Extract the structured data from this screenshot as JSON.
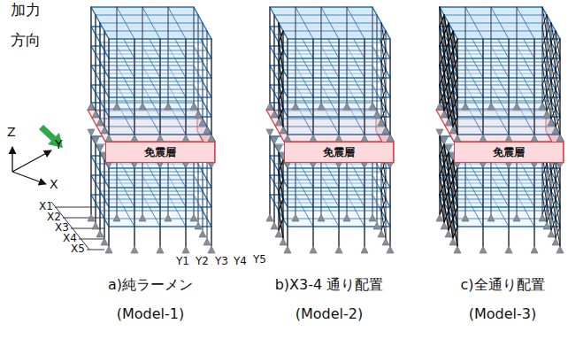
{
  "diagram": {
    "nodes": [
      {
        "text": [
          "免震層"
        ]
      },
      {
        "text": [
          "免震層"
        ]
      },
      {
        "text": [
          "免震層"
        ]
      }
    ],
    "labels": [
      "加力",
      "方向",
      "Z",
      "Y",
      "X",
      "X1",
      "X2",
      "X3",
      "X4",
      "X5",
      "Y1",
      "Y2",
      "Y3",
      "Y4",
      "Y5",
      "a)純ラーメン",
      "(Model-1)",
      "b)X3-4 通り配置",
      "(Model-2)",
      "c)全通り配置",
      "(Model-3)"
    ]
  }
}
